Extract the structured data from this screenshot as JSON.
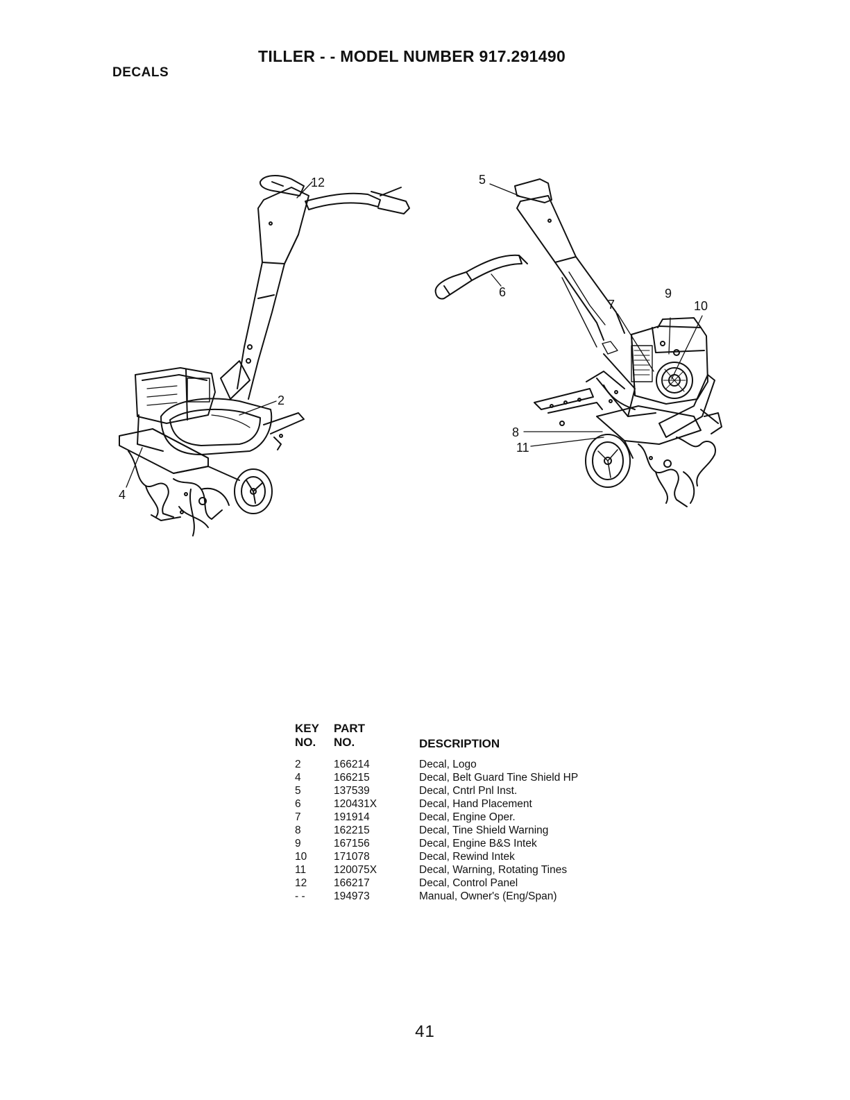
{
  "header": {
    "title": "TILLER - - MODEL NUMBER 917.291490",
    "section": "DECALS"
  },
  "illustration": {
    "callouts": [
      "12",
      "2",
      "4",
      "5",
      "6",
      "7",
      "9",
      "10",
      "8",
      "11"
    ]
  },
  "parts_table": {
    "headers": {
      "key_line1": "KEY",
      "key_line2": "NO.",
      "part_line1": "PART",
      "part_line2": "NO.",
      "description": "DESCRIPTION"
    },
    "rows": [
      {
        "key": "2",
        "part": "166214",
        "description": "Decal, Logo"
      },
      {
        "key": "4",
        "part": "166215",
        "description": "Decal, Belt Guard Tine Shield HP"
      },
      {
        "key": "5",
        "part": "137539",
        "description": "Decal, Cntrl Pnl Inst."
      },
      {
        "key": "6",
        "part": "120431X",
        "description": "Decal, Hand Placement"
      },
      {
        "key": "7",
        "part": "191914",
        "description": "Decal, Engine Oper."
      },
      {
        "key": "8",
        "part": "162215",
        "description": "Decal, Tine Shield Warning"
      },
      {
        "key": "9",
        "part": "167156",
        "description": "Decal, Engine B&S Intek"
      },
      {
        "key": "10",
        "part": "171078",
        "description": "Decal, Rewind Intek"
      },
      {
        "key": "11",
        "part": "120075X",
        "description": "Decal, Warning, Rotating Tines"
      },
      {
        "key": "12",
        "part": "166217",
        "description": "Decal, Control Panel"
      },
      {
        "key": "- -",
        "part": "194973",
        "description": "Manual, Owner's (Eng/Span)"
      }
    ]
  },
  "footer": {
    "page_number": "41"
  }
}
